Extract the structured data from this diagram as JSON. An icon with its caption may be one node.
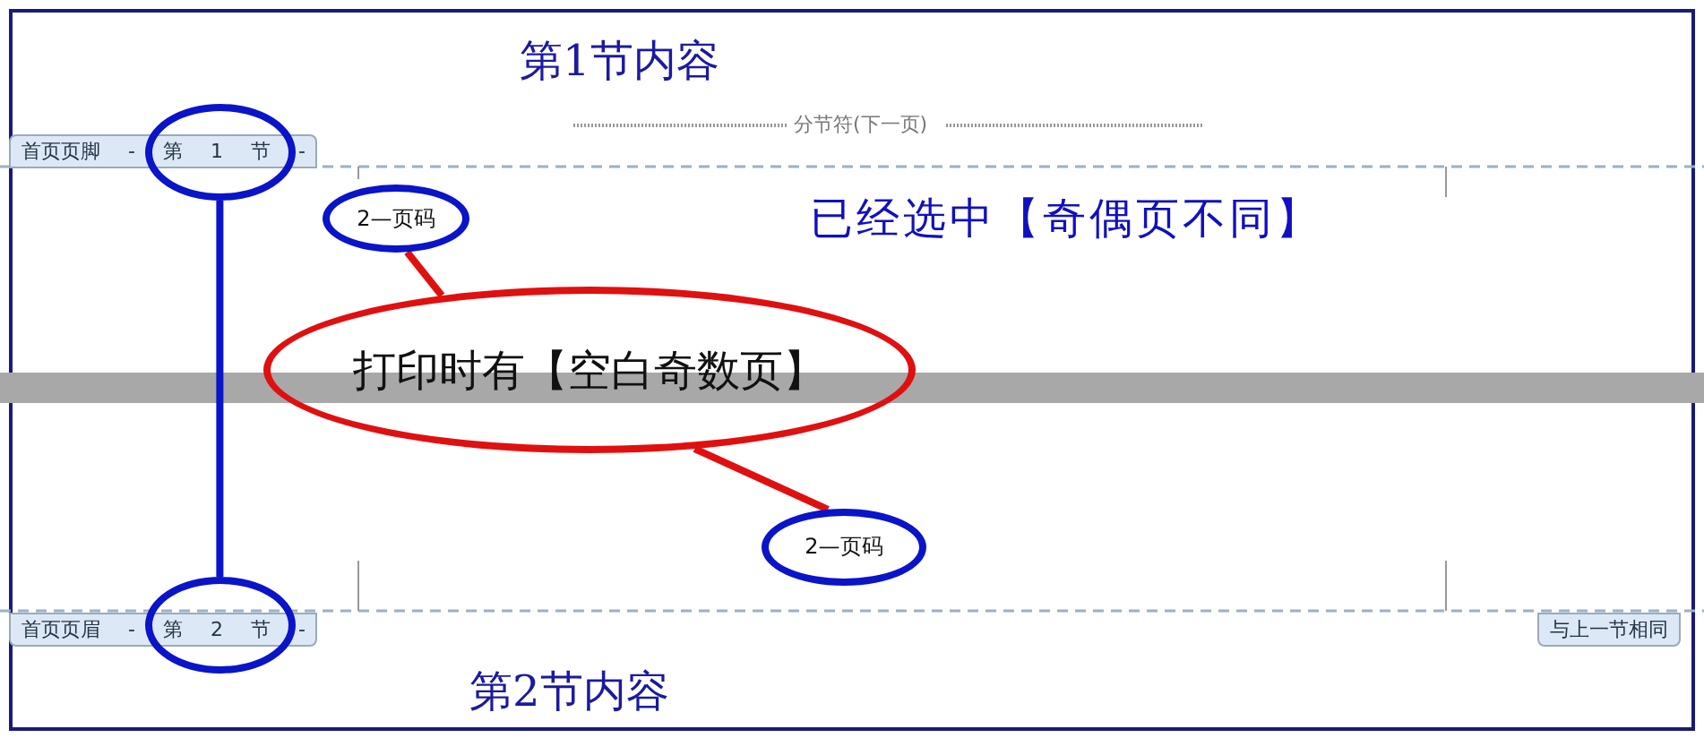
{
  "diagram": {
    "nodes": [
      {
        "text": [],
        "shape": "circle"
      },
      {
        "text": [],
        "shape": "circle"
      },
      {
        "text": [
          "2—页码"
        ]
      },
      {
        "text": [
          "打印时有【空白奇数页】"
        ]
      },
      {
        "text": [
          "2—页码"
        ]
      }
    ],
    "edges": [
      {
        "from": 0,
        "to": 1,
        "arrow": "none",
        "color": "#0a14c8"
      },
      {
        "from": 2,
        "to": 3,
        "arrow": "none",
        "color": "#e01010"
      },
      {
        "from": 3,
        "to": 4,
        "arrow": "none",
        "color": "#e01010"
      }
    ],
    "labels": [
      "第1节内容",
      "分节符(下一页)",
      "首页页脚 - 第 1 节 -",
      "已经选中【奇偶页不同】",
      "首页页眉 - 第 2 节 -",
      "与上一节相同",
      "第2节内容"
    ]
  }
}
